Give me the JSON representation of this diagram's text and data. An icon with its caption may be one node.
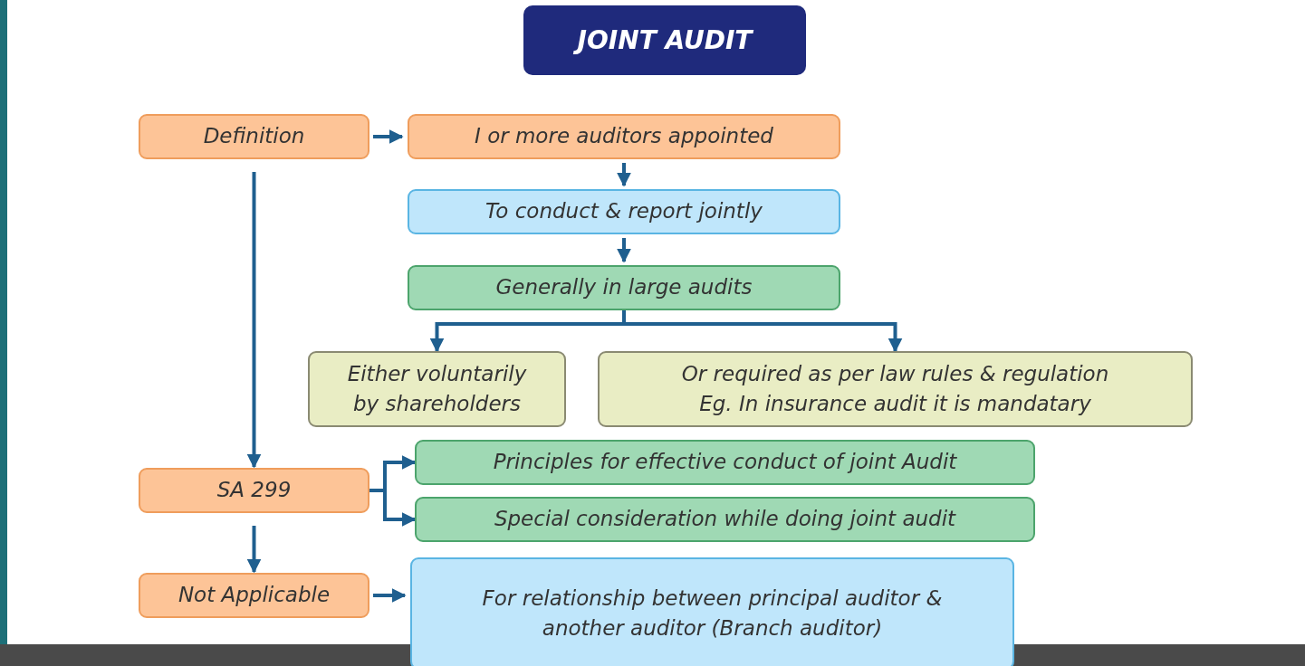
{
  "diagram": {
    "title": "JOINT AUDIT",
    "nodes": [
      {
        "text": [
          "Definition"
        ]
      },
      {
        "text": [
          "I or more auditors appointed"
        ]
      },
      {
        "text": [
          "To conduct & report jointly"
        ]
      },
      {
        "text": [
          "Generally in large audits"
        ]
      },
      {
        "text": [
          "Either voluntarily by shareholders"
        ]
      },
      {
        "text": [
          "Or required as per law rules & regulation",
          "Eg. In insurance audit it is mandatary"
        ]
      },
      {
        "text": [
          "SA 299"
        ]
      },
      {
        "text": [
          "Principles for effective conduct of joint Audit"
        ]
      },
      {
        "text": [
          "Special consideration while doing joint audit"
        ]
      },
      {
        "text": [
          "Not Applicable"
        ]
      },
      {
        "text": [
          "For relationship between principal auditor & another auditor (Branch auditor)"
        ]
      }
    ],
    "edges": [
      {
        "from": 0,
        "to": 1,
        "arrow": "to"
      },
      {
        "from": 1,
        "to": 2,
        "arrow": "to"
      },
      {
        "from": 2,
        "to": 3,
        "arrow": "to"
      },
      {
        "from": 3,
        "to": 4,
        "arrow": "to"
      },
      {
        "from": 3,
        "to": 5,
        "arrow": "to"
      },
      {
        "from": 0,
        "to": 6,
        "arrow": "to"
      },
      {
        "from": 6,
        "to": 7,
        "arrow": "to"
      },
      {
        "from": 6,
        "to": 8,
        "arrow": "to"
      },
      {
        "from": 6,
        "to": 9,
        "arrow": "to"
      },
      {
        "from": 9,
        "to": 10,
        "arrow": "to"
      }
    ]
  }
}
